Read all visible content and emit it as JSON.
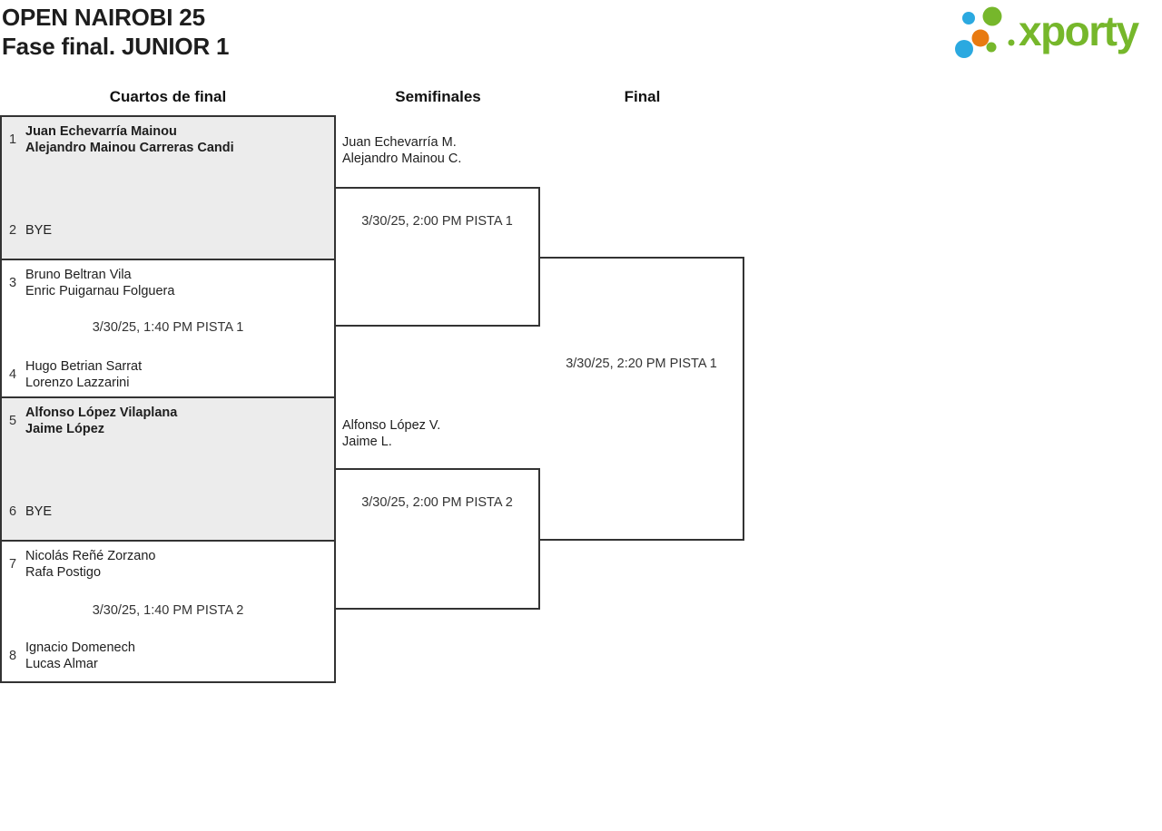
{
  "header": {
    "title_line1": "OPEN NAIROBI 25",
    "title_line2": "Fase final. JUNIOR 1"
  },
  "logo": {
    "brand": "xporty"
  },
  "round_headers": {
    "quarterfinals": "Cuartos de final",
    "semifinals": "Semifinales",
    "final": "Final"
  },
  "bracket": {
    "quarterfinals": [
      {
        "seed_top": "1",
        "team_top": [
          "Juan Echevarría Mainou",
          "Alejandro Mainou Carreras Candi"
        ],
        "seed_bottom": "2",
        "team_bottom": [
          "BYE"
        ]
      },
      {
        "seed_top": "3",
        "team_top": [
          "Bruno Beltran Vila",
          "Enric Puigarnau Folguera"
        ],
        "seed_bottom": "4",
        "team_bottom": [
          "Hugo Betrian Sarrat",
          "Lorenzo Lazzarini"
        ],
        "schedule": "3/30/25, 1:40 PM PISTA 1"
      },
      {
        "seed_top": "5",
        "team_top": [
          "Alfonso López Vilaplana",
          "Jaime López"
        ],
        "seed_bottom": "6",
        "team_bottom": [
          "BYE"
        ]
      },
      {
        "seed_top": "7",
        "team_top": [
          "Nicolás Reñé Zorzano",
          "Rafa Postigo"
        ],
        "seed_bottom": "8",
        "team_bottom": [
          "Ignacio Domenech",
          "Lucas Almar"
        ],
        "schedule": "3/30/25, 1:40 PM PISTA 2"
      }
    ],
    "semifinals": [
      {
        "advanced_team": [
          "Juan Echevarría M.",
          "Alejandro Mainou C."
        ],
        "schedule": "3/30/25, 2:00 PM PISTA 1"
      },
      {
        "advanced_team": [
          "Alfonso López V.",
          "Jaime L."
        ],
        "schedule": "3/30/25, 2:00 PM PISTA 2"
      }
    ],
    "final": {
      "schedule": "3/30/25, 2:20 PM PISTA 1"
    }
  },
  "colors": {
    "brand_green": "#76B72B",
    "brand_blue": "#2BA9E0",
    "brand_orange": "#E87A10",
    "bracket_line": "#333333",
    "bye_match_fill": "#ECECEC"
  }
}
